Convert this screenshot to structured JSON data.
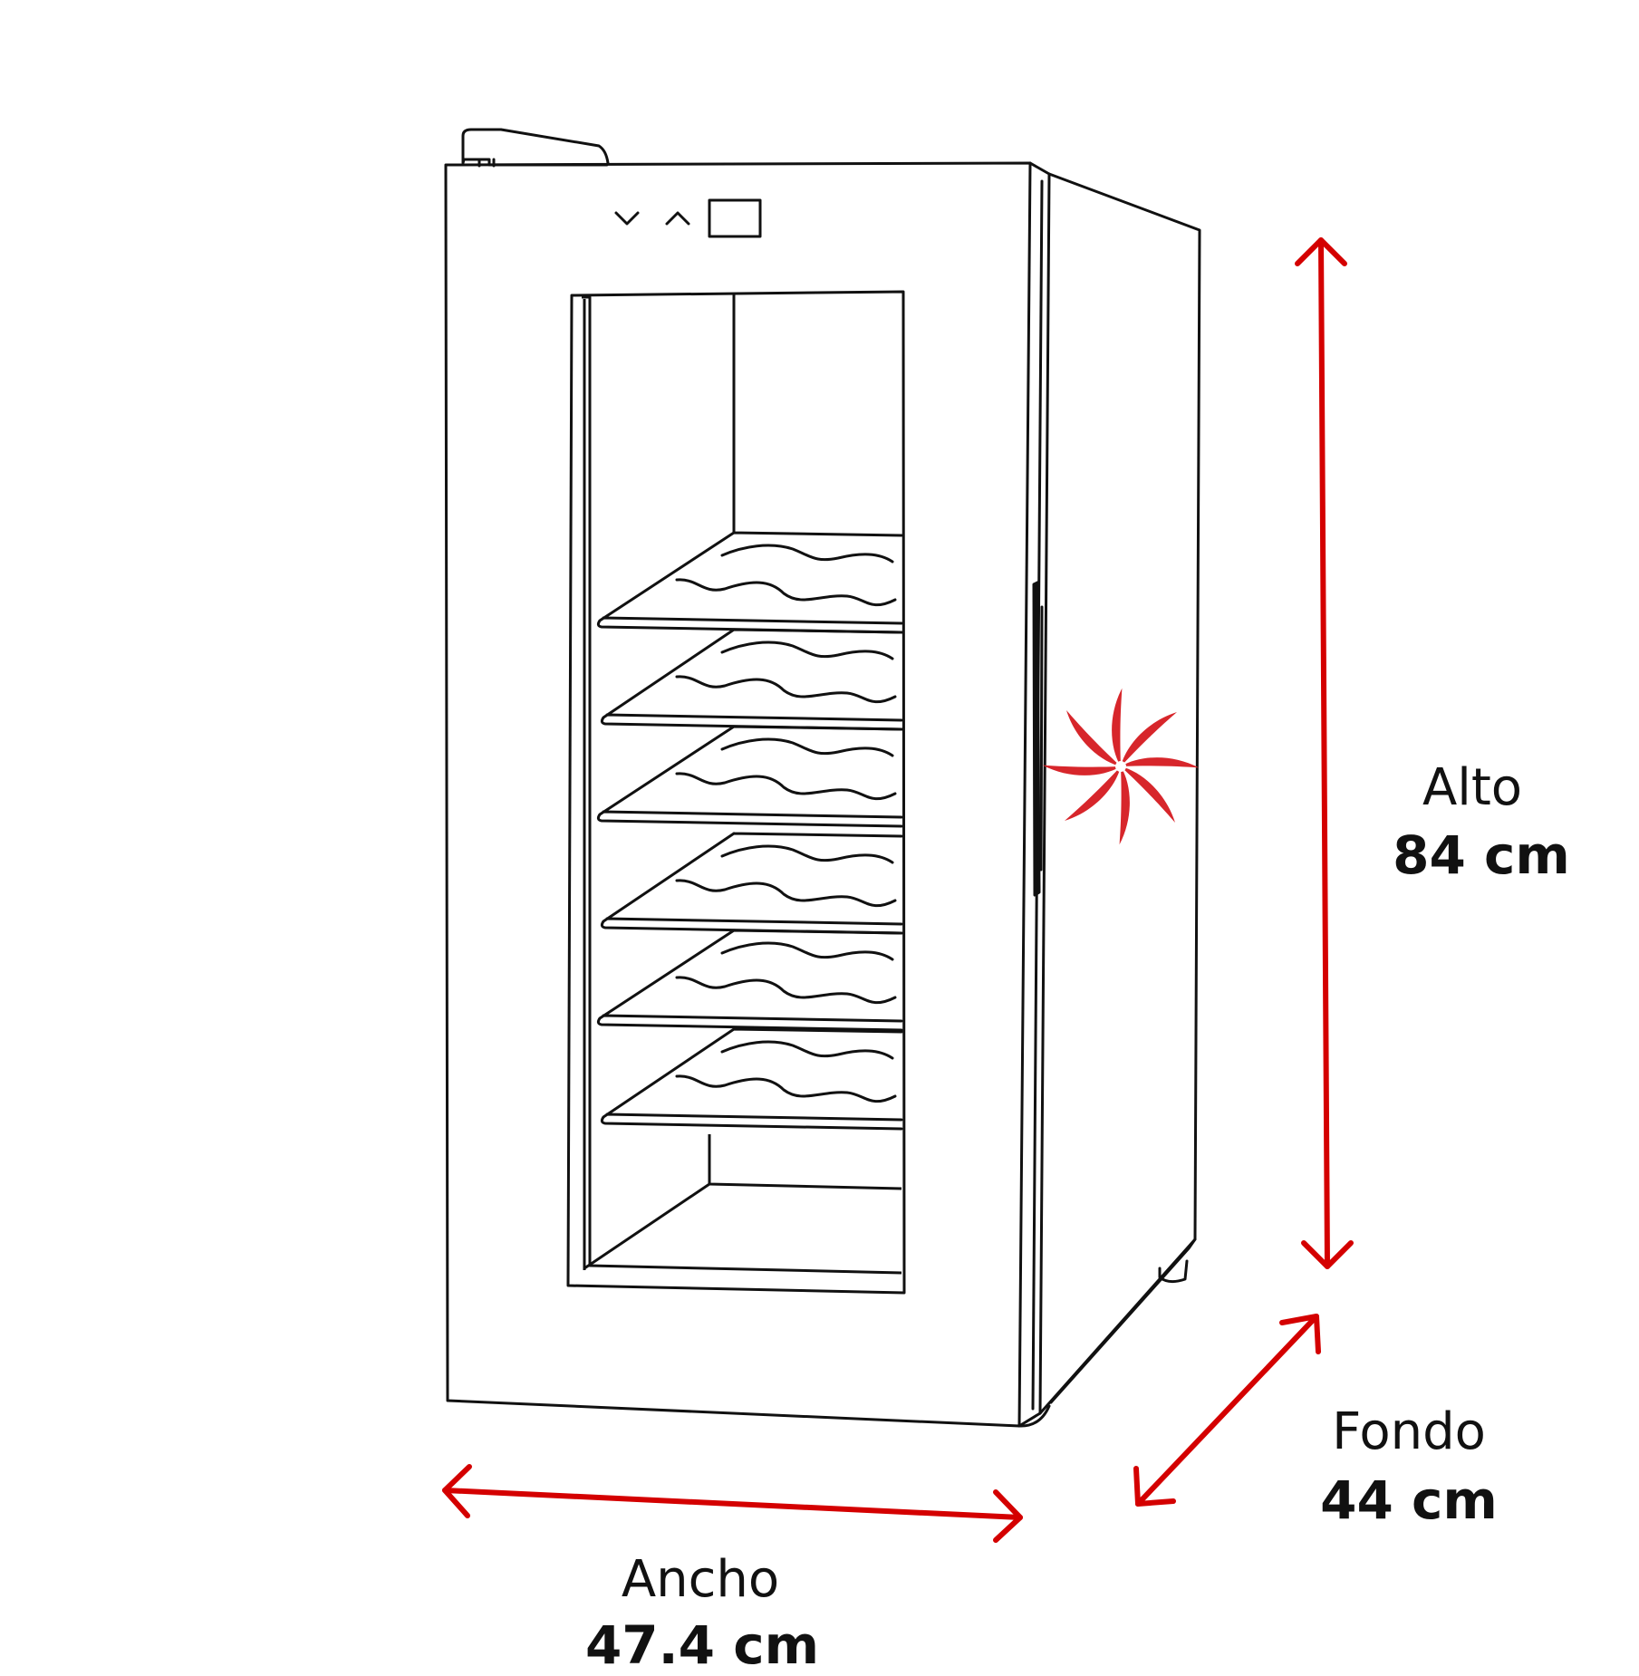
{
  "dimensions": {
    "height": {
      "label": "Alto",
      "value": "84 cm"
    },
    "depth": {
      "label": "Fondo",
      "value": "44 cm"
    },
    "width": {
      "label": "Ancho",
      "value": "47.4 cm"
    }
  },
  "colors": {
    "line": "#111111",
    "arrow": "#d40000",
    "logo": "#d7262b",
    "background": "#ffffff"
  },
  "shelves": {
    "count": 6
  },
  "logo": {
    "icon": "red-swirl-logo-icon"
  }
}
